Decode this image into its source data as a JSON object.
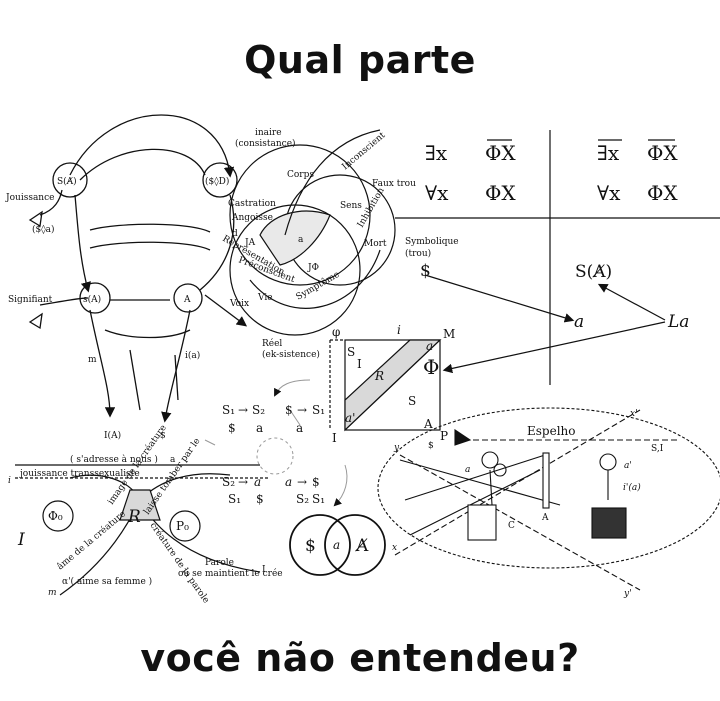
{
  "header": {
    "title": "Qual parte"
  },
  "footer": {
    "title": "você não entendeu?"
  },
  "graph_of_desire": {
    "jouissance": "Jouissance",
    "s_barred_a": "S(A̸)",
    "drive": "($◊D)",
    "castration": "Castration",
    "barred_s_a": "($◊a)",
    "d": "d",
    "signifiant": "Signifiant",
    "s_a": "s(A)",
    "a": "A",
    "voix": "Voix",
    "m": "m",
    "i_a": "i(a)",
    "i_A": "I(A)",
    "bottom_s": "$"
  },
  "borromean": {
    "imaginaire": "inaire",
    "consistance": "(consistance)",
    "corps": "Corps",
    "sens": "Sens",
    "inconscient": "Inconscient",
    "faux_trou": "Faux trou",
    "angoisse": "Angoisse",
    "ja": "JA",
    "a": "a",
    "jphi": "JΦ",
    "mort": "Mort",
    "inhibition": "Inhibition",
    "symptome": "Symptôme",
    "vie": "Vie",
    "representation": "Représentation",
    "preconscient": "Préconscient",
    "reel": "Réel",
    "ek_sistence": "(ek-sistence)",
    "symbolique": "Symbolique",
    "trou": "(trou)"
  },
  "sexuation": {
    "exists_x": "∃x",
    "not_phi_x": "ΦX",
    "forall_x": "∀x",
    "phi_x": "ΦX",
    "not_exists_x": "∃x",
    "not_phi_x_2": "ΦX",
    "not_forall_x": "∀x",
    "phi_x_2": "ΦX",
    "barred_s": "$",
    "s_barred_a": "S(A̸)",
    "small_a": "a",
    "la": "La"
  },
  "schema_r": {
    "phi": "φ",
    "i": "i",
    "m_top": "M",
    "s": "S",
    "i_small": "I",
    "r": "R",
    "a_top": "a",
    "big_phi": "Φ",
    "s_small": "S",
    "a_prime": "a'",
    "a_bottom": "A",
    "big_i": "I",
    "p": "P"
  },
  "schema_i": {
    "left_i": "i",
    "addresse": "( s'adresse à nous )",
    "a": "a",
    "jouissance_trans": "jouissance transsexualiste",
    "image_creature": "image de la créature",
    "laisse_tomber": "laisse tomber par le",
    "phi0": "Φ₀",
    "p0": "P₀",
    "r": "R",
    "creature": "créature de la parole",
    "parole": "Parole",
    "se_maintient": "où se maintient le crée",
    "big_i": "I",
    "i_script": "I",
    "m": "m",
    "aime": "α'( aime sa femme )",
    "ame": "âme de la créature"
  },
  "discourses": {
    "s1": "S₁",
    "s2": "S₂",
    "barred": "$",
    "a": "a",
    "arrow": "→"
  },
  "venn": {
    "left": "$",
    "mid": "a",
    "right": "A̸"
  },
  "mirror": {
    "espelho": "Espelho",
    "x_prime": "x'",
    "s_i": "S,I",
    "y": "y",
    "barred_s": "$",
    "a": "a",
    "a_prime": "a'",
    "i_prime_a": "i'(a)",
    "c": "C",
    "big_a": "A",
    "x": "x",
    "y_prime": "y'"
  }
}
